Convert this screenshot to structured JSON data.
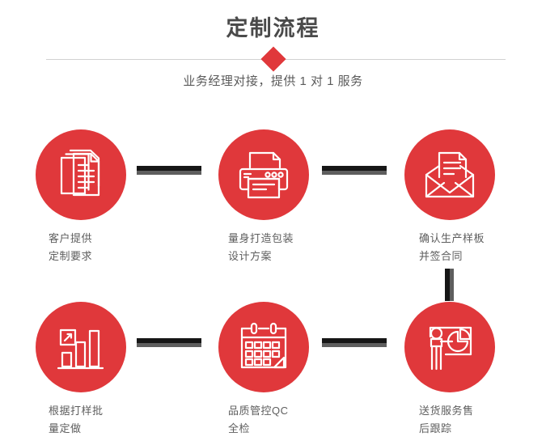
{
  "header": {
    "title": "定制流程",
    "subtitle": "业务经理对接，提供 1 对 1 服务",
    "accent_color": "#e0383b",
    "title_color": "#4a4a4a",
    "divider_color": "#d2d2d2"
  },
  "steps": [
    {
      "index": "1",
      "icon": "documents-icon",
      "label": "客户提供\n定制要求"
    },
    {
      "index": "2",
      "icon": "printer-icon",
      "label": "量身打造包装\n设计方案"
    },
    {
      "index": "3",
      "icon": "envelope-icon",
      "label": "确认生产样板\n并签合同"
    },
    {
      "index": "4",
      "icon": "bar-chart-icon",
      "label": "根据打样批\n量定做"
    },
    {
      "index": "5",
      "icon": "calendar-icon",
      "label": "品质管控QC\n全检"
    },
    {
      "index": "6",
      "icon": "presentation-icon",
      "label": "送货服务售\n后跟踪"
    }
  ],
  "connectors": {
    "dark_color": "#161616",
    "light_color": "#5e5e5e"
  }
}
